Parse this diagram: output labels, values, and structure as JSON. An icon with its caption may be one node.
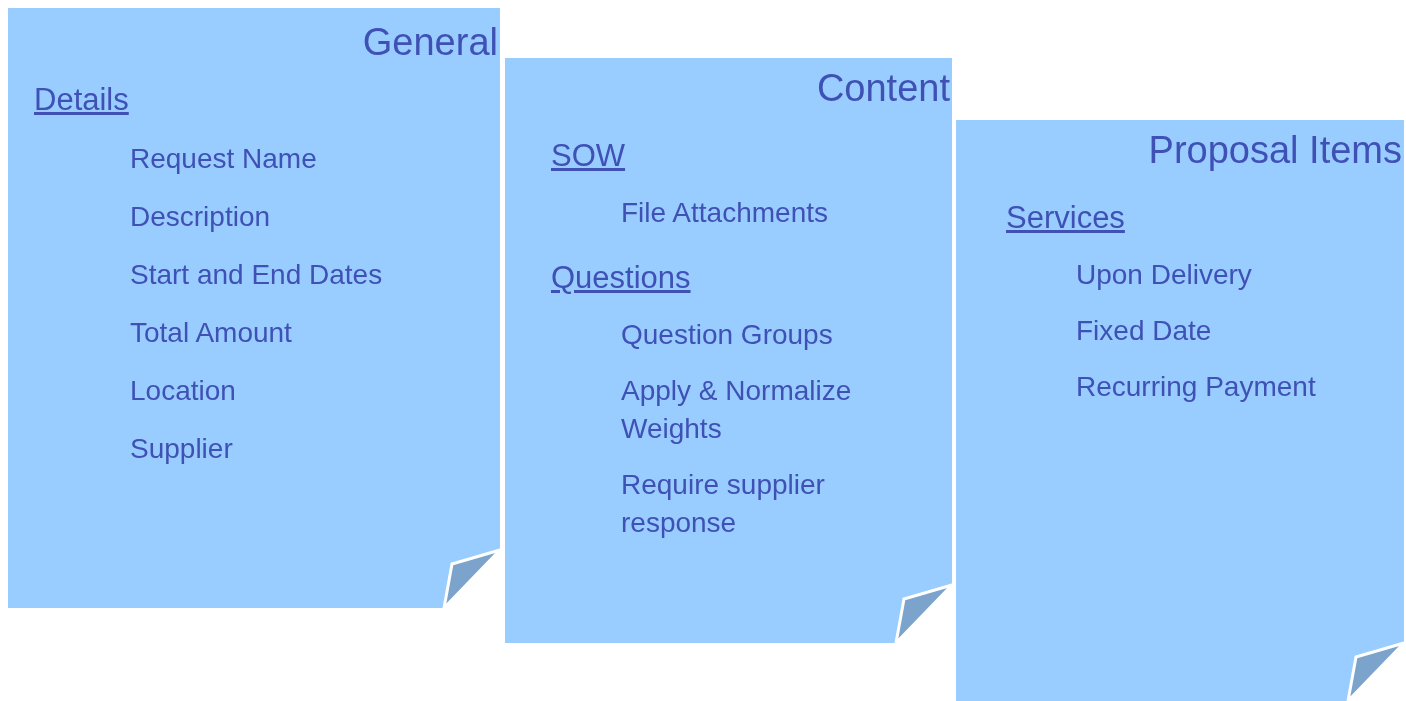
{
  "diagram": {
    "nodes": [
      {
        "text": [
          "General",
          "Details",
          "Request Name",
          "Description",
          "Start and End Dates",
          "Total Amount",
          "Location",
          "Supplier"
        ]
      },
      {
        "text": [
          "Content",
          "SOW",
          "File Attachments",
          "Questions",
          "Question Groups",
          "Apply & Normalize Weights",
          "Require supplier response"
        ]
      },
      {
        "text": [
          "Proposal Items",
          "Services",
          "Upon Delivery",
          "Fixed Date",
          "Recurring Payment"
        ]
      }
    ]
  }
}
